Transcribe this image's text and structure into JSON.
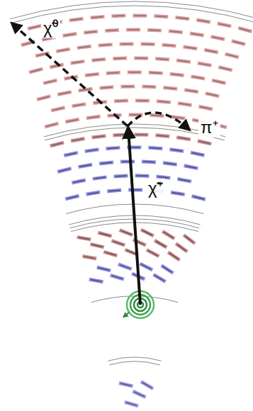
{
  "diagram": {
    "labels": [
      "χ̃⁰",
      "π⁺",
      "χ̃⁺"
    ]
  }
}
